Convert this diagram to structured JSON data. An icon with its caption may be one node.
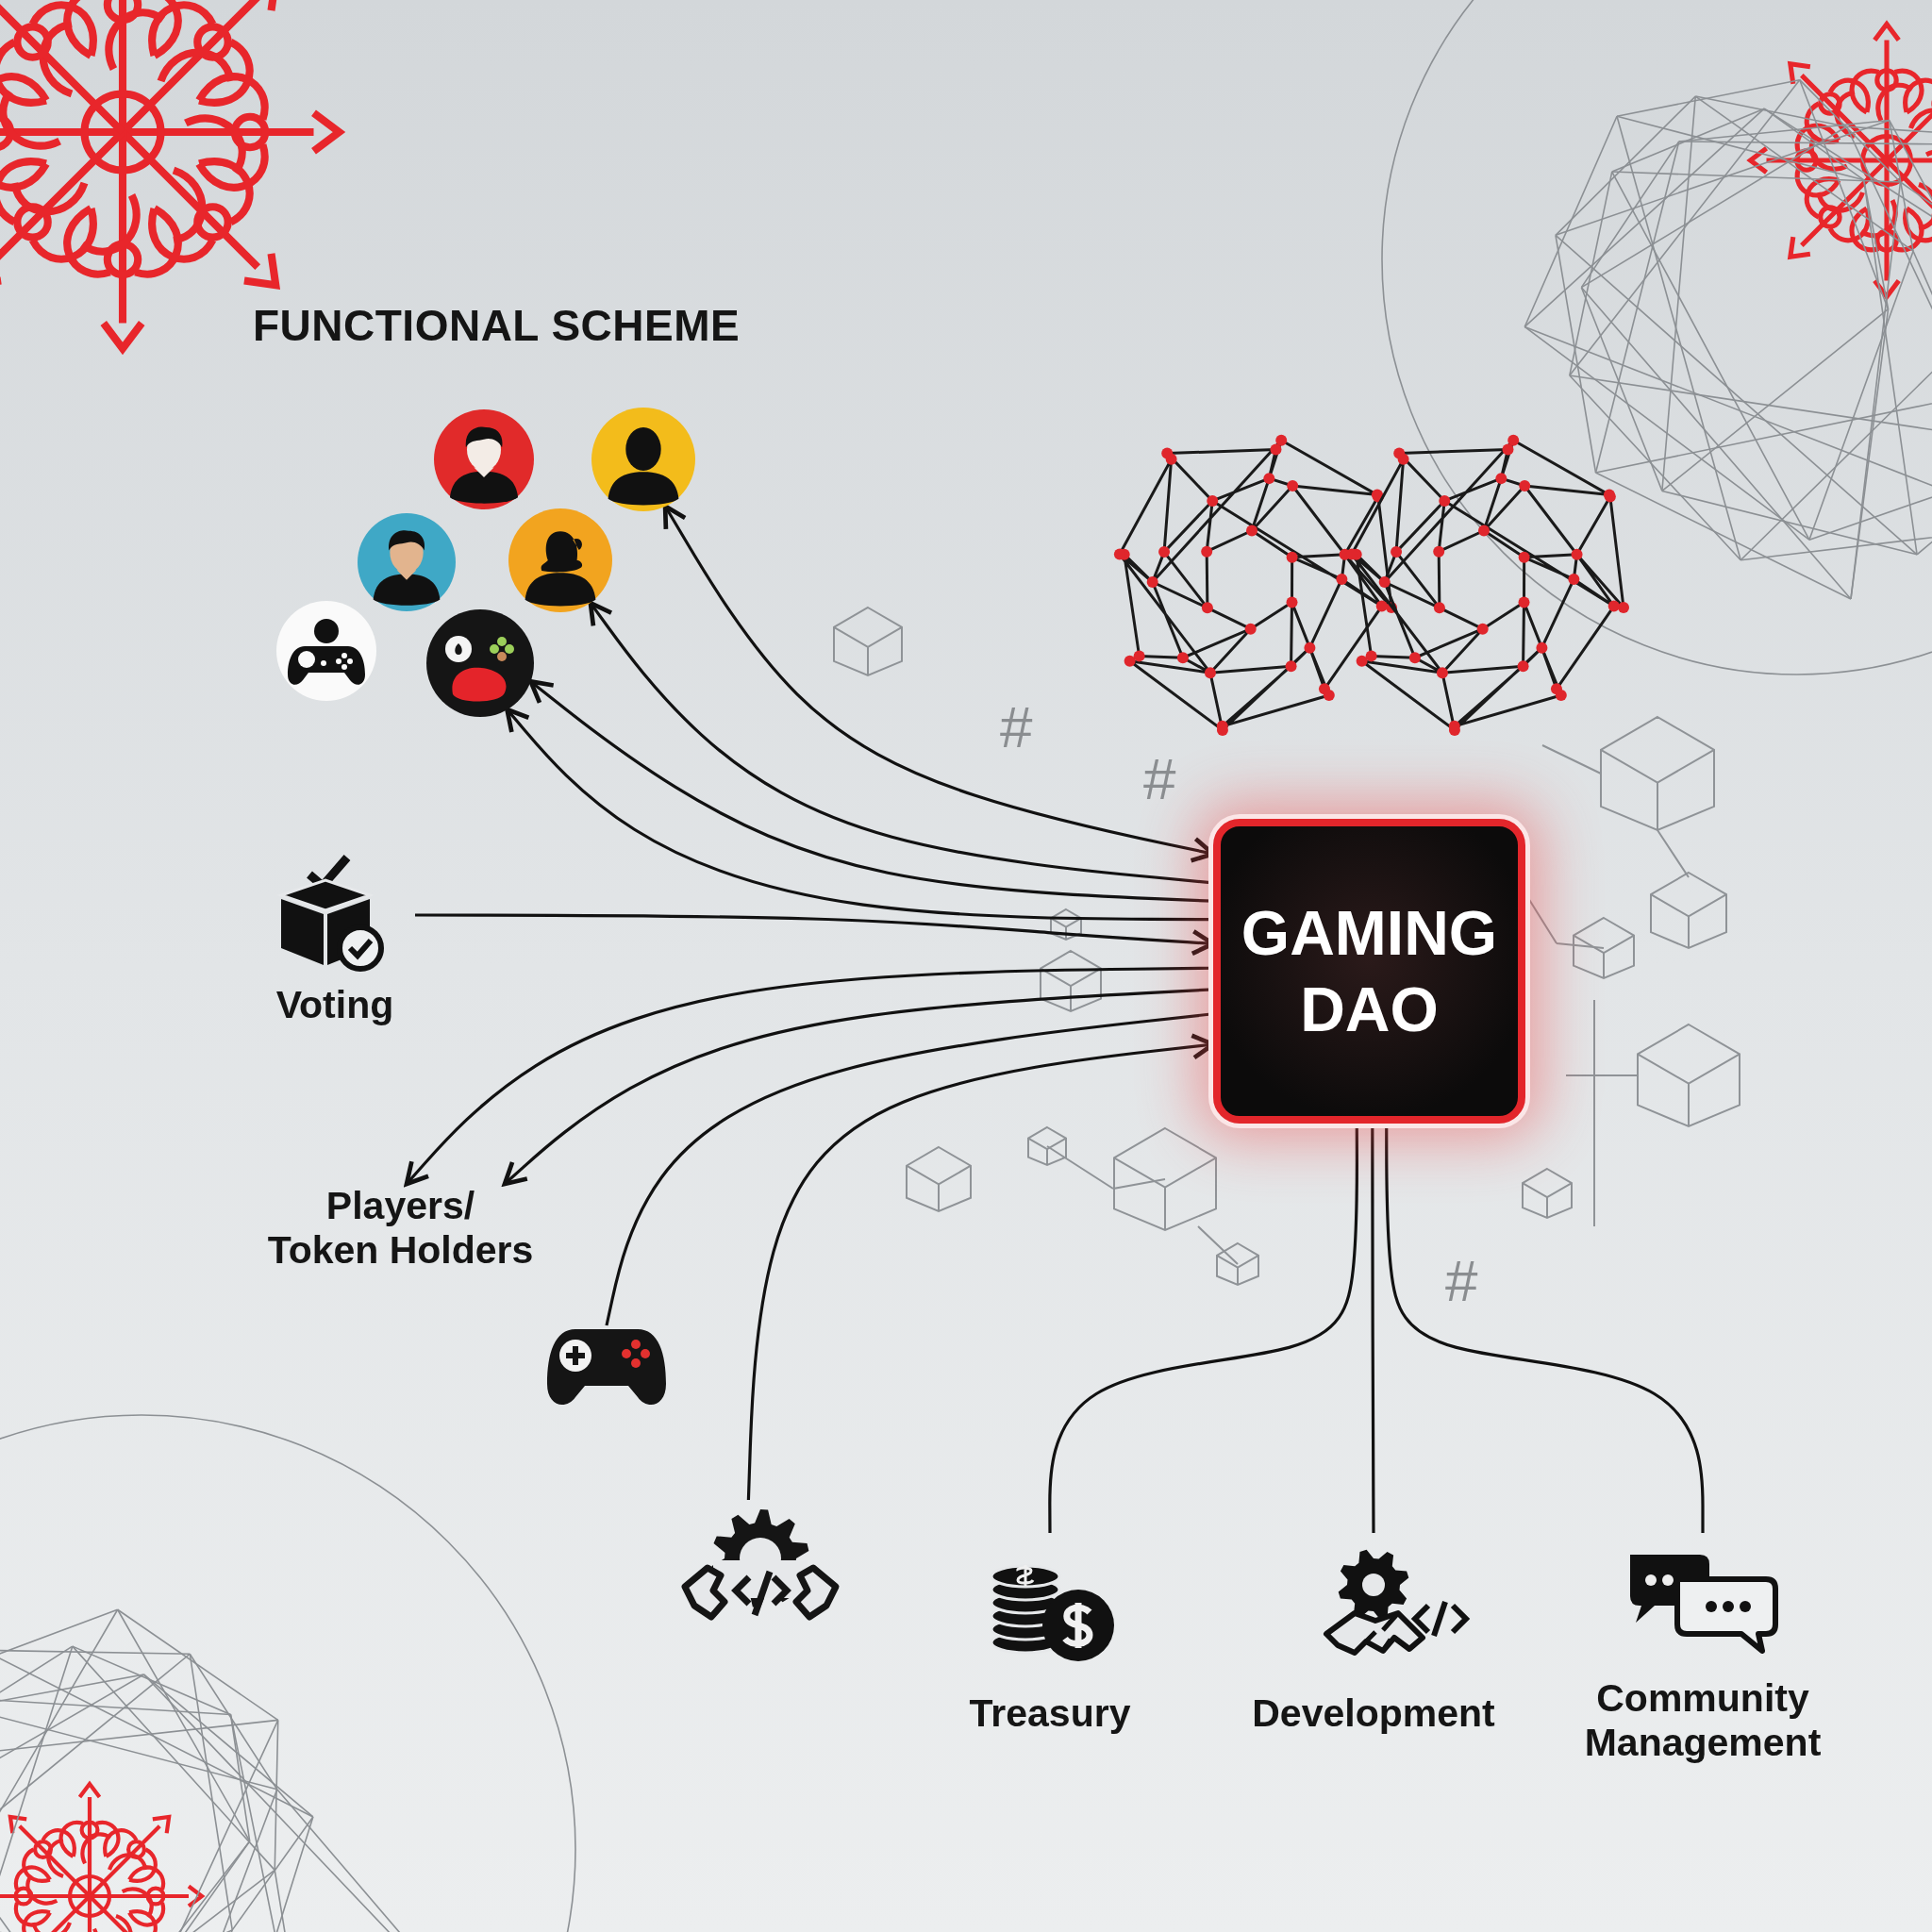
{
  "diagram": {
    "title": "FUNCTIONAL SCHEME",
    "nodes": [
      {
        "text": [],
        "shape": "person"
      },
      {
        "text": [],
        "shape": "person"
      },
      {
        "text": [],
        "shape": "person"
      },
      {
        "text": [],
        "shape": "person"
      },
      {
        "text": [],
        "shape": "picture"
      },
      {
        "text": [],
        "shape": "picture"
      },
      {
        "text": [
          "GAMING DAO"
        ]
      },
      {
        "text": [
          "Voting"
        ]
      },
      {
        "text": [
          "Players/ Token Holders"
        ]
      },
      {
        "text": [],
        "shape": "picture"
      },
      {
        "text": [],
        "shape": "picture"
      },
      {
        "text": [
          "Treasury"
        ]
      },
      {
        "text": [
          "Development"
        ]
      },
      {
        "text": [
          "Community Management"
        ]
      }
    ],
    "edges": [
      {
        "from": 6,
        "to": 1,
        "arrow": "both"
      },
      {
        "from": 6,
        "to": 3,
        "arrow": "to"
      },
      {
        "from": 6,
        "to": 5,
        "arrow": "to"
      },
      {
        "from": 6,
        "to": 5,
        "arrow": "to"
      },
      {
        "from": 7,
        "to": 6,
        "arrow": "to"
      },
      {
        "from": 6,
        "to": 8,
        "arrow": "to"
      },
      {
        "from": 6,
        "to": 8,
        "arrow": "to"
      },
      {
        "from": 9,
        "to": 6,
        "arrow": "none"
      },
      {
        "from": 10,
        "to": 6,
        "arrow": "to"
      },
      {
        "from": 6,
        "to": 11,
        "arrow": "none"
      },
      {
        "from": 6,
        "to": 12,
        "arrow": "none"
      },
      {
        "from": 6,
        "to": 13,
        "arrow": "none"
      }
    ],
    "labels": [
      "#",
      "#",
      "#"
    ]
  }
}
